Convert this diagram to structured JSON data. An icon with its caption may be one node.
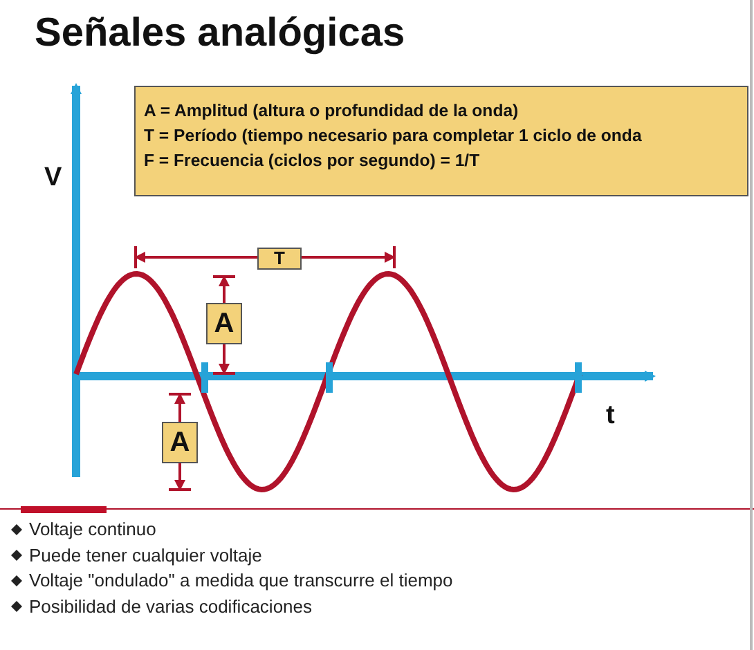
{
  "diagram": {
    "title": "Señales analógicas",
    "nodes": [
      {
        "text": [
          "A = Amplitud (altura o profundidad de la onda)",
          "T = Período (tiempo necesario para completar 1 ciclo de onda",
          "F = Frecuencia (ciclos por segundo) = 1/T"
        ]
      },
      {
        "text": [
          "T"
        ]
      },
      {
        "text": [
          "A"
        ]
      },
      {
        "text": [
          "A"
        ]
      }
    ],
    "labels": [
      "V",
      "t",
      "Voltaje continuo",
      "Puede tener cualquier voltaje",
      "Voltaje \"ondulado\" a medida que transcurre el tiempo",
      "Posibilidad de varias codificaciones"
    ]
  }
}
